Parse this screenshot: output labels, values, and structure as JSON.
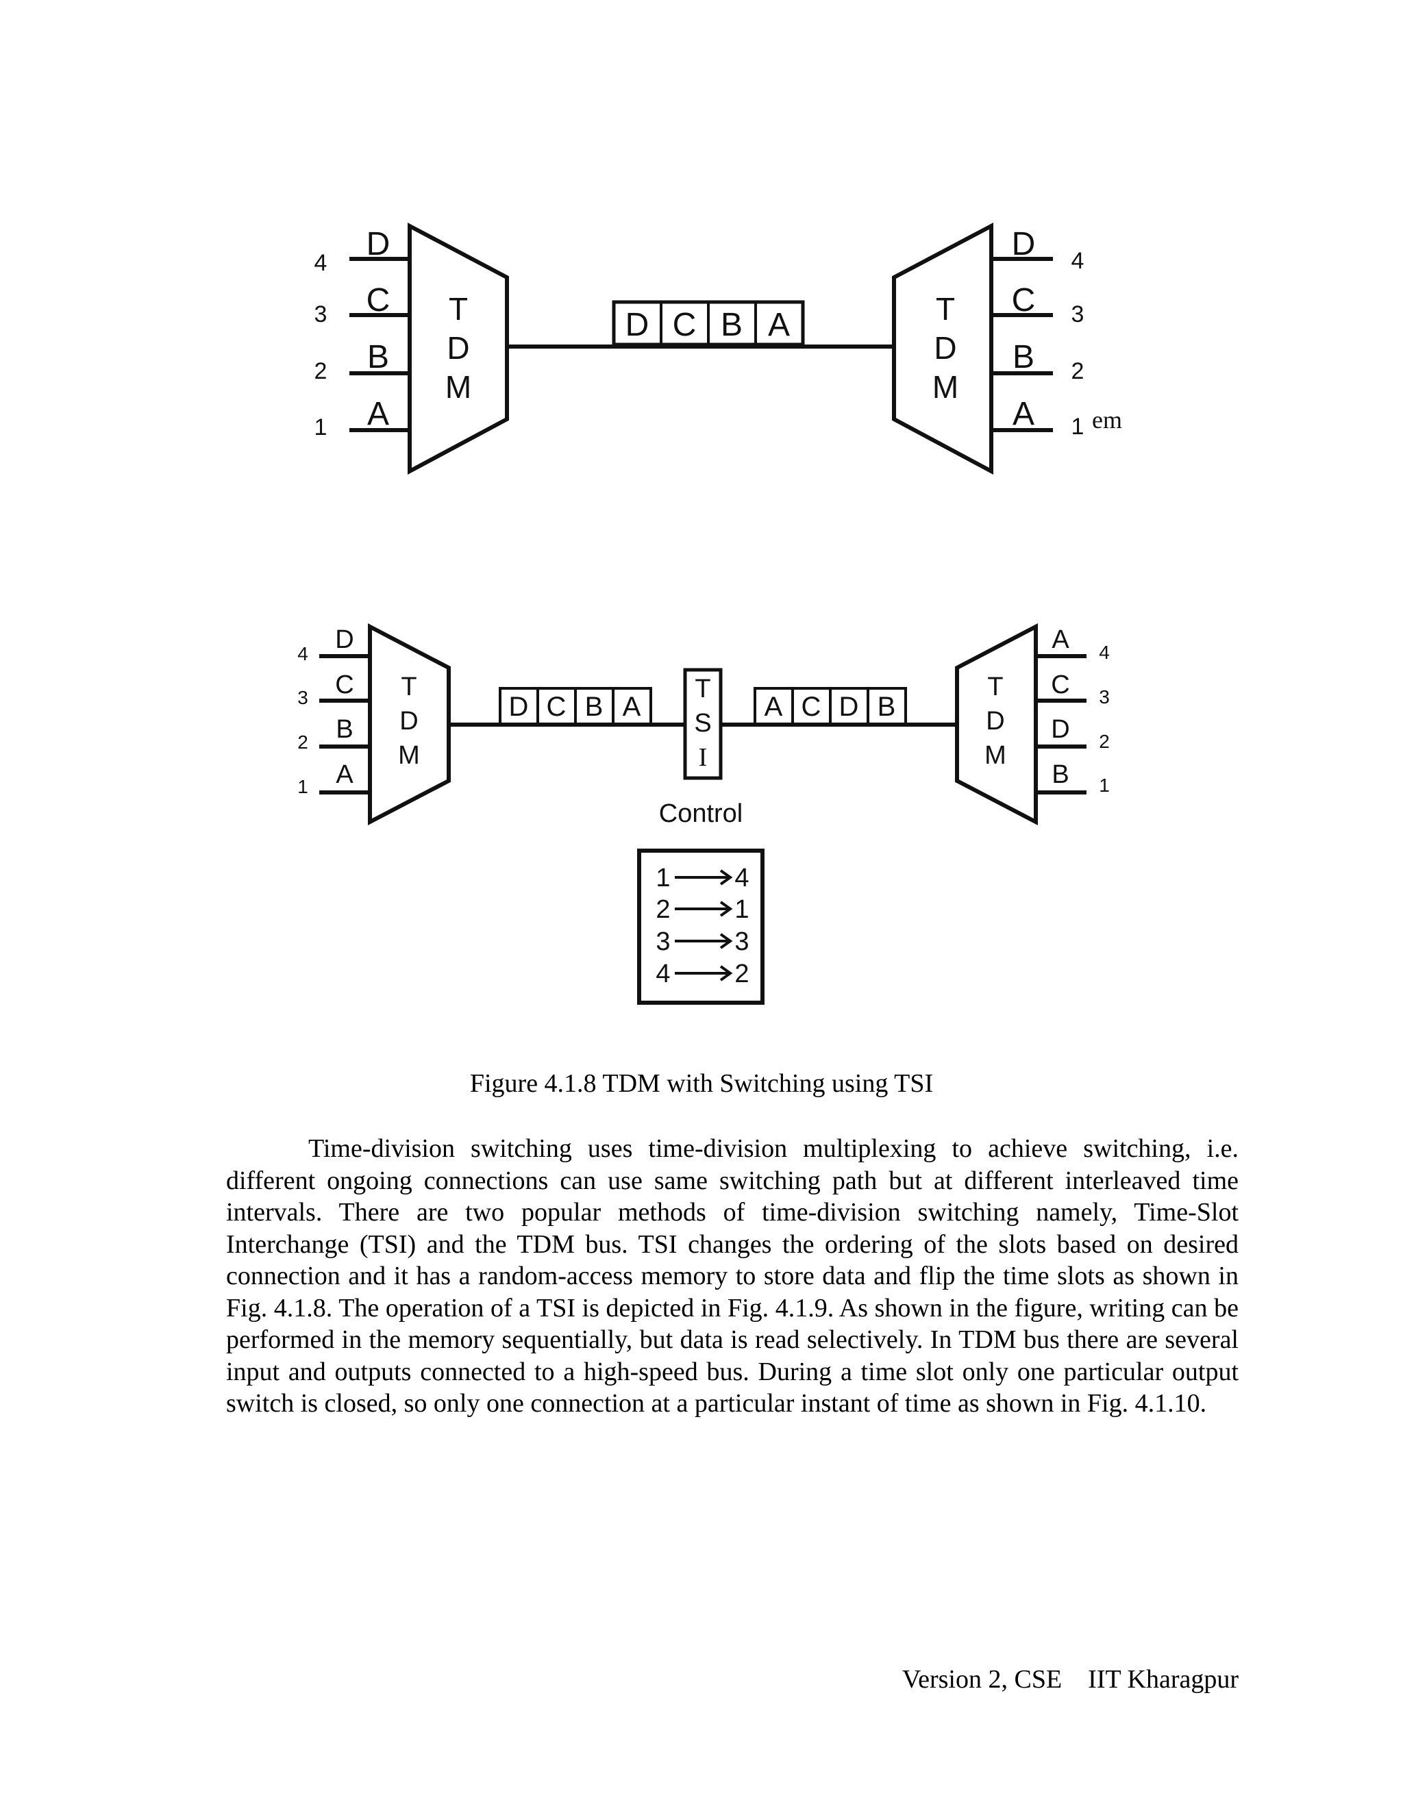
{
  "figure_top": {
    "left_mux": {
      "label": [
        "T",
        "D",
        "M"
      ],
      "inputs": [
        {
          "number": "4",
          "letter": "D"
        },
        {
          "number": "3",
          "letter": "C"
        },
        {
          "number": "2",
          "letter": "B"
        },
        {
          "number": "1",
          "letter": "A"
        }
      ]
    },
    "frame": [
      "D",
      "C",
      "B",
      "A"
    ],
    "right_demux": {
      "label": [
        "T",
        "D",
        "M"
      ],
      "outputs": [
        {
          "letter": "D",
          "number": "4"
        },
        {
          "letter": "C",
          "number": "3"
        },
        {
          "letter": "B",
          "number": "2"
        },
        {
          "letter": "A",
          "number": "1"
        }
      ]
    },
    "stray_text": "em"
  },
  "figure_bottom": {
    "left_mux": {
      "label": [
        "T",
        "D",
        "M"
      ],
      "inputs": [
        {
          "number": "4",
          "letter": "D"
        },
        {
          "number": "3",
          "letter": "C"
        },
        {
          "number": "2",
          "letter": "B"
        },
        {
          "number": "1",
          "letter": "A"
        }
      ]
    },
    "frame_in": [
      "D",
      "C",
      "B",
      "A"
    ],
    "tsi_label": [
      "T",
      "S",
      "I"
    ],
    "frame_out": [
      "A",
      "C",
      "D",
      "B"
    ],
    "right_demux": {
      "label": [
        "T",
        "D",
        "M"
      ],
      "outputs": [
        {
          "letter": "A",
          "number": "4"
        },
        {
          "letter": "C",
          "number": "3"
        },
        {
          "letter": "D",
          "number": "2"
        },
        {
          "letter": "B",
          "number": "1"
        }
      ]
    },
    "control_label": "Control",
    "control_table": [
      {
        "from": "1",
        "to": "4"
      },
      {
        "from": "2",
        "to": "1"
      },
      {
        "from": "3",
        "to": "3"
      },
      {
        "from": "4",
        "to": "2"
      }
    ]
  },
  "caption": "Figure 4.1.8 TDM with Switching using TSI",
  "paragraph": "Time-division switching uses time-division multiplexing to achieve switching, i.e. different ongoing connections can use same switching path but at different interleaved time intervals. There are two popular methods of time-division switching namely, Time-Slot Interchange (TSI) and the TDM bus. TSI changes the ordering of the slots based on desired connection and it has a random-access memory to store data and flip the time slots as shown in Fig. 4.1.8. The operation of a TSI is depicted in Fig. 4.1.9. As shown in the figure, writing can be performed in the memory sequentially, but data is read selectively. In TDM bus there are several input and outputs connected to a high-speed bus. During a time slot only one particular output switch is closed, so only one connection at a particular instant of time as shown in Fig. 4.1.10.",
  "footer": "Version 2, CSE    IIT Kharagpur"
}
